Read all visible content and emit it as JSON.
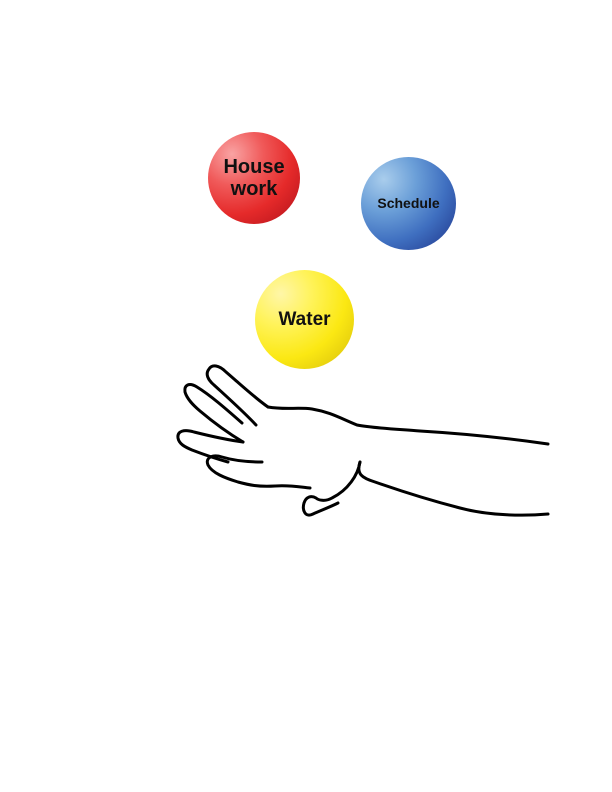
{
  "balls": {
    "red": {
      "line1": "House",
      "line2": "work",
      "color": "#e52a2a"
    },
    "blue": {
      "label": "Schedule",
      "color": "#3f6fc0"
    },
    "yellow": {
      "label": "Water",
      "color": "#fbe813"
    }
  },
  "icons": {
    "hand": "open-hand-outline-icon"
  }
}
